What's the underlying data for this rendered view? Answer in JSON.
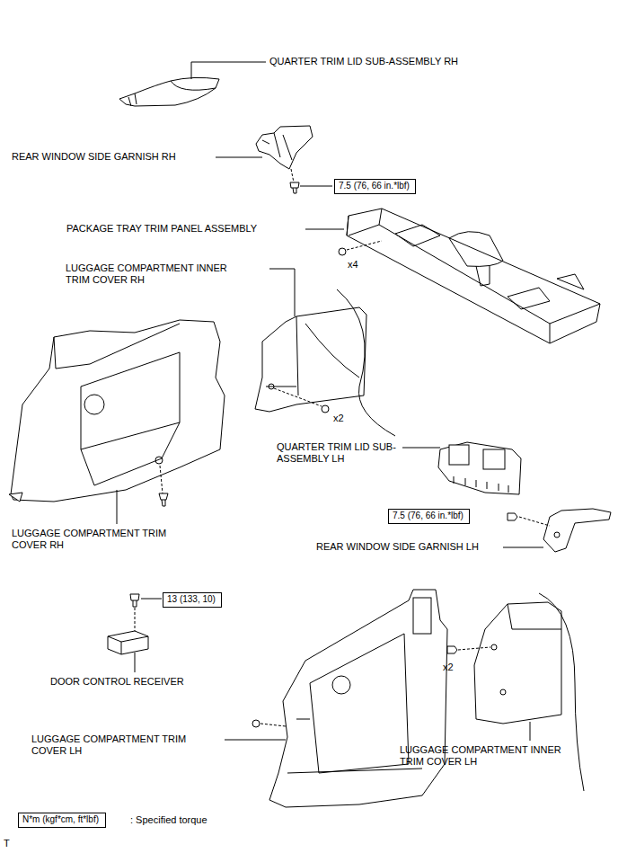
{
  "diagram": {
    "nodes": [
      {
        "text": [
          "7.5 (76, 66 in.*lbf)"
        ]
      },
      {
        "text": [
          "7.5 (76, 66 in.*lbf)"
        ]
      },
      {
        "text": [
          "13 (133, 10)"
        ]
      },
      {
        "text": [
          "N*m (kgf*cm, ft*lbf)"
        ]
      }
    ],
    "labels": [
      "QUARTER TRIM LID SUB-ASSEMBLY RH",
      "REAR WINDOW SIDE GARNISH RH",
      "PACKAGE TRAY TRIM PANEL ASSEMBLY",
      "x4",
      "LUGGAGE COMPARTMENT INNER TRIM COVER RH",
      "x2",
      "QUARTER TRIM LID SUB- ASSEMBLY LH",
      "LUGGAGE COMPARTMENT TRIM COVER RH",
      "REAR WINDOW SIDE GARNISH LH",
      "x2",
      "DOOR CONTROL RECEIVER",
      "LUGGAGE COMPARTMENT TRIM COVER LH",
      "LUGGAGE COMPARTMENT INNER TRIM COVER LH",
      ": Specified torque",
      "T"
    ]
  }
}
